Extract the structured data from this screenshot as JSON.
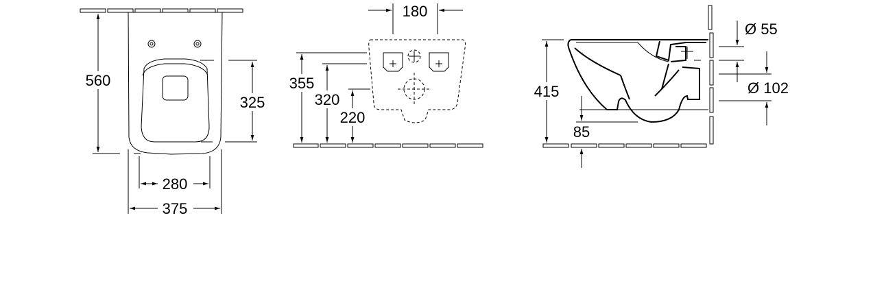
{
  "front_view": {
    "height_label": "560",
    "seat_length_label": "325",
    "seat_width_label": "280",
    "overall_width_label": "375"
  },
  "wall_view": {
    "fixing_distance_label": "180",
    "fixing_height_1_label": "355",
    "fixing_height_2_label": "320",
    "outlet_height_label": "220"
  },
  "side_view": {
    "rim_height_label": "415",
    "floor_clearance_label": "85",
    "inlet_diameter_label": "Ø 55",
    "outlet_diameter_label": "Ø 102"
  }
}
